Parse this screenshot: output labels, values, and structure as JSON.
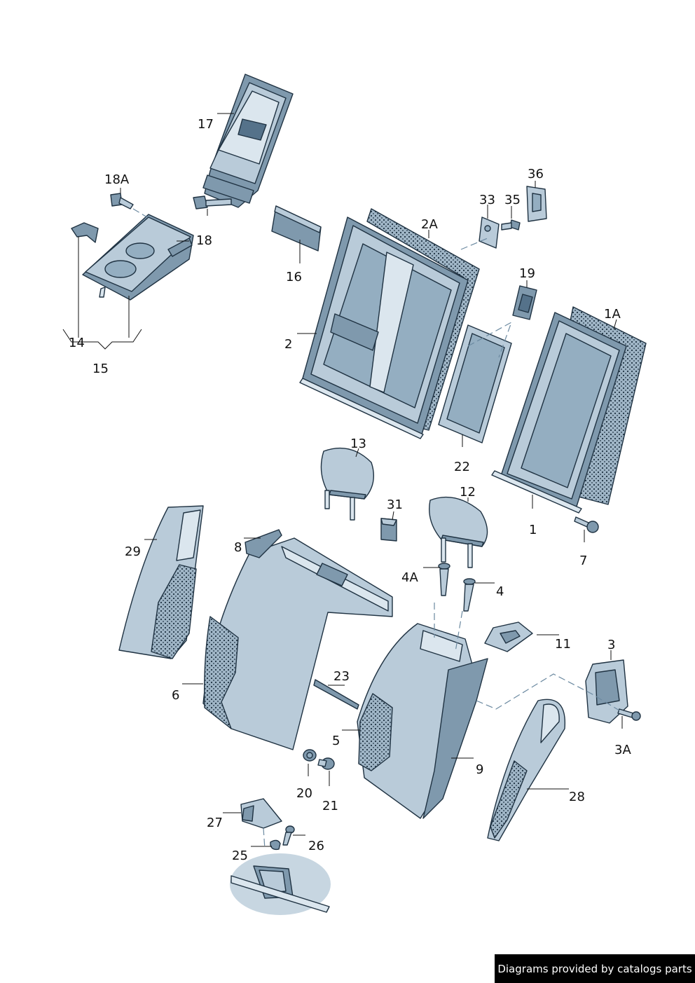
{
  "labels": {
    "l1": "1",
    "l1A": "1A",
    "l2": "2",
    "l2A": "2A",
    "l3": "3",
    "l3A": "3A",
    "l4": "4",
    "l4A": "4A",
    "l5": "5",
    "l6": "6",
    "l7": "7",
    "l8": "8",
    "l9": "9",
    "l11": "11",
    "l12": "12",
    "l13": "13",
    "l14": "14",
    "l15": "15",
    "l16": "16",
    "l17": "17",
    "l18": "18",
    "l18A": "18A",
    "l19": "19",
    "l20": "20",
    "l21": "21",
    "l22": "22",
    "l23": "23",
    "l25": "25",
    "l26": "26",
    "l27": "27",
    "l28": "28",
    "l29": "29",
    "l31": "31",
    "l33": "33",
    "l35": "35",
    "l36": "36"
  },
  "footer": {
    "credit": "Diagrams provided by catalogs parts"
  },
  "colors": {
    "part_fill": "#b9cbd9",
    "outline": "#1f3242",
    "shadow": "#7f99ad"
  }
}
